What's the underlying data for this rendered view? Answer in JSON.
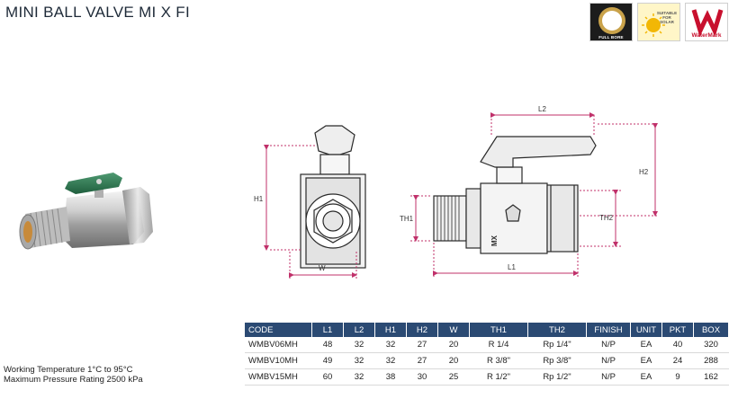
{
  "title": "MINI BALL VALVE MI X FI",
  "badges": [
    {
      "icon": "full-bore-icon",
      "text": "FULL BORE"
    },
    {
      "icon": "solar-icon",
      "text": "SUITABLE FOR SOLAR"
    },
    {
      "icon": "watermark-icon",
      "text": "WaterMark"
    }
  ],
  "dimension_labels": {
    "h1": "H1",
    "w": "W",
    "l2": "L2",
    "h2": "H2",
    "th1": "TH1",
    "th2": "TH2",
    "l1": "L1"
  },
  "table": {
    "headers": [
      "CODE",
      "L1",
      "L2",
      "H1",
      "H2",
      "W",
      "TH1",
      "TH2",
      "FINISH",
      "UNIT",
      "PKT",
      "BOX"
    ],
    "rows": [
      [
        "WMBV06MH",
        "48",
        "32",
        "32",
        "27",
        "20",
        "R 1/4",
        "Rp 1/4\"",
        "N/P",
        "EA",
        "40",
        "320"
      ],
      [
        "WMBV10MH",
        "49",
        "32",
        "32",
        "27",
        "20",
        "R 3/8\"",
        "Rp 3/8\"",
        "N/P",
        "EA",
        "24",
        "288"
      ],
      [
        "WMBV15MH",
        "60",
        "32",
        "38",
        "30",
        "25",
        "R 1/2\"",
        "Rp 1/2\"",
        "N/P",
        "EA",
        "9",
        "162"
      ]
    ]
  },
  "notes": {
    "working_temperature": "Working Temperature  1°C to 95°C",
    "max_pressure": "Maximum Pressure Rating  2500 kPa"
  },
  "colors": {
    "header_bg": "#2b4a73",
    "handle_green": "#2f7a52",
    "dimension_pink": "#c0306a",
    "watermark_red": "#c8102e"
  }
}
